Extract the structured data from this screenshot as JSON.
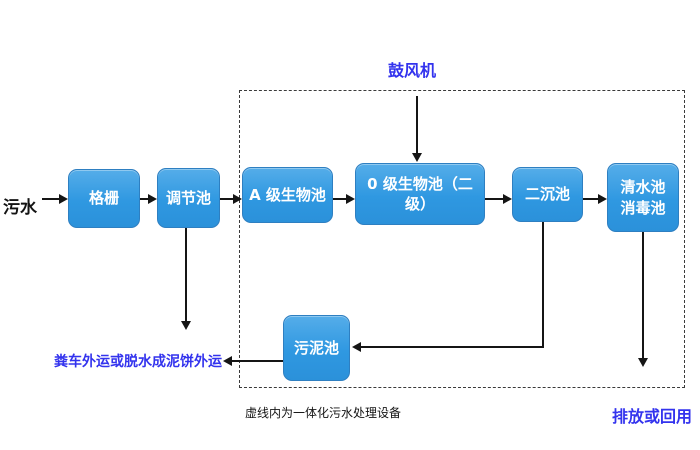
{
  "diagram": {
    "influent_label": "污水",
    "blower_label": "鼓风机",
    "boxes": {
      "grid": "格栅",
      "regulating": "调节池",
      "a_bio": "A 级生物池",
      "o_bio": "0 级生物池（二级）",
      "secondary": "二沉池",
      "clear_line1": "清水池",
      "clear_line2": "消毒池",
      "sludge": "污泥池"
    },
    "sludge_out_label": "粪车外运或脱水成泥饼外运",
    "dashed_caption": "虚线内为一体化污水处理设备",
    "discharge_label": "排放或回用",
    "colors": {
      "box_fill": "#2F98E1",
      "box_border": "#2E7FC1",
      "blue_text": "#3333EE",
      "line": "#151515"
    }
  }
}
